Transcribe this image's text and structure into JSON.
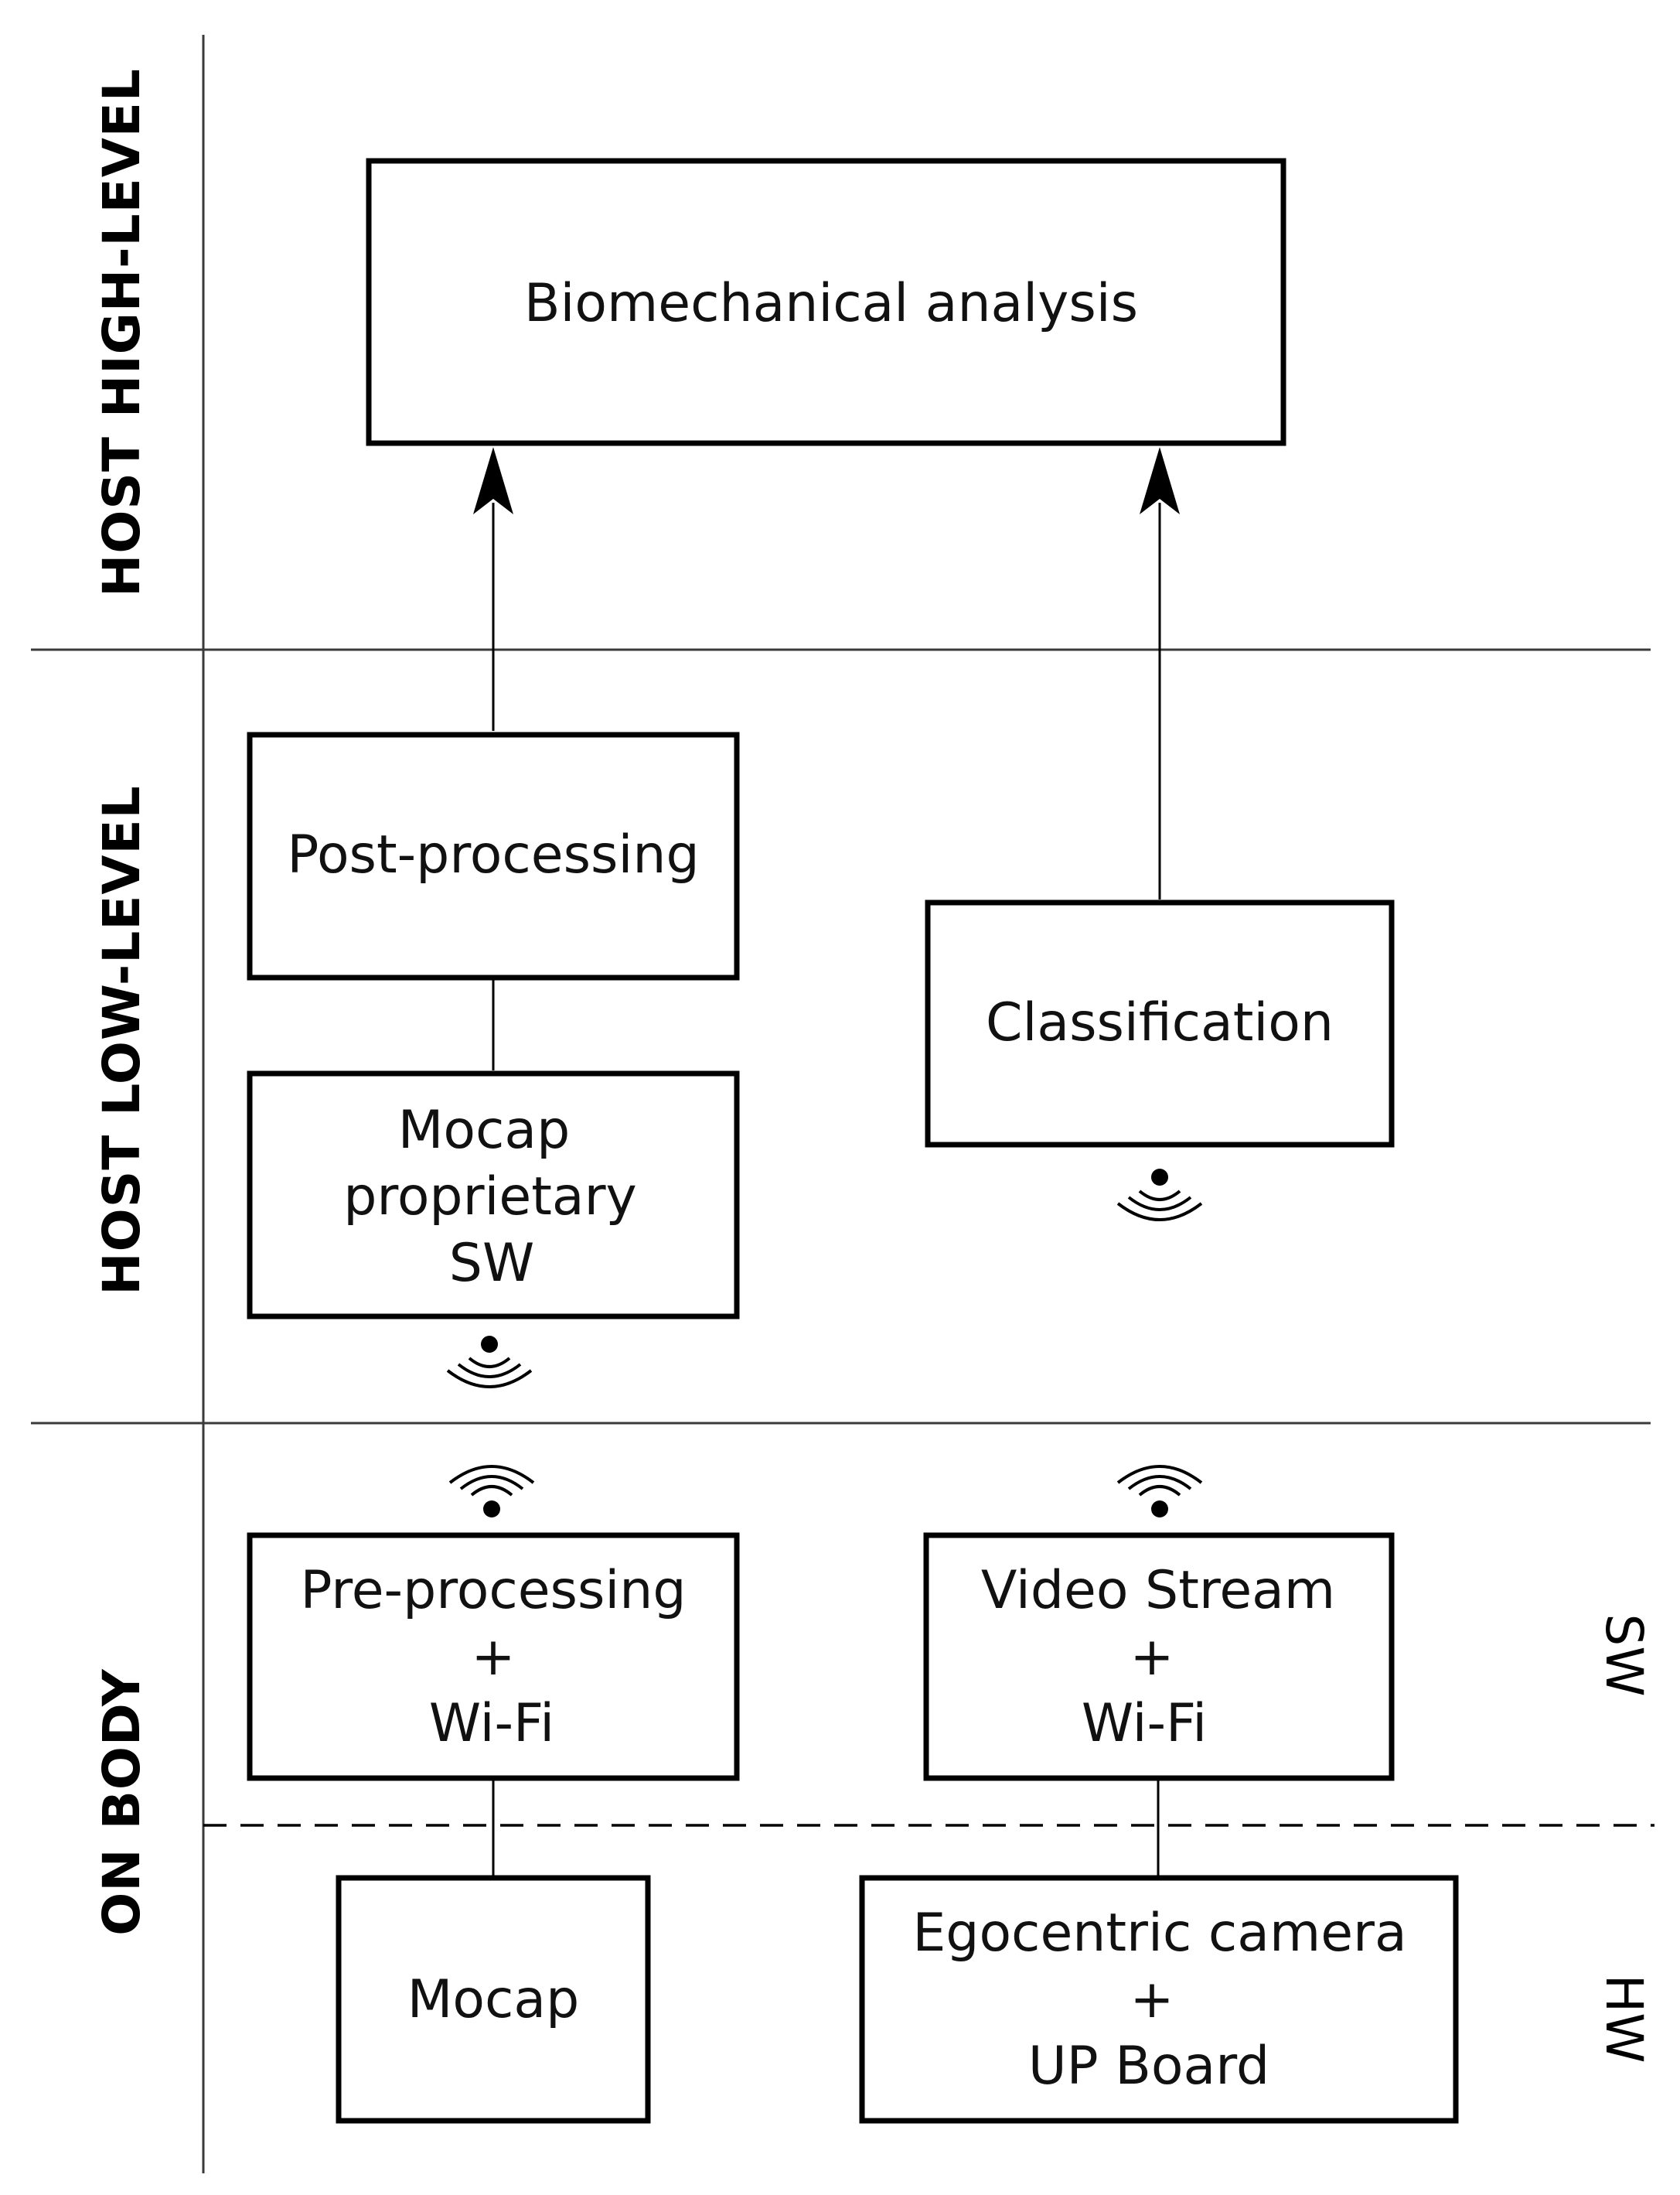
{
  "zones": {
    "host_high_level": "HOST HIGH-LEVEL",
    "host_low_level": "HOST LOW-LEVEL",
    "on_body": "ON BODY"
  },
  "side_labels": {
    "sw": "SW",
    "hw": "HW"
  },
  "boxes": {
    "biomechanical_analysis": [
      "Biomechanical analysis"
    ],
    "post_processing": [
      "Post-processing"
    ],
    "classification": [
      "Classification"
    ],
    "mocap_proprietary_sw": [
      "Mocap",
      "proprietary",
      "SW"
    ],
    "pre_processing_wifi": [
      "Pre-processing",
      "+",
      "Wi-Fi"
    ],
    "video_stream_wifi": [
      "Video Stream",
      "+",
      "Wi-Fi"
    ],
    "mocap": [
      "Mocap"
    ],
    "egocentric_camera_up_board": [
      "Egocentric camera",
      "+",
      "UP Board"
    ]
  },
  "icons": {
    "wifi": "wifi-signal-icon",
    "arrow": "arrow-up-icon"
  },
  "colors": {
    "stroke": "#000000",
    "background": "#ffffff"
  }
}
